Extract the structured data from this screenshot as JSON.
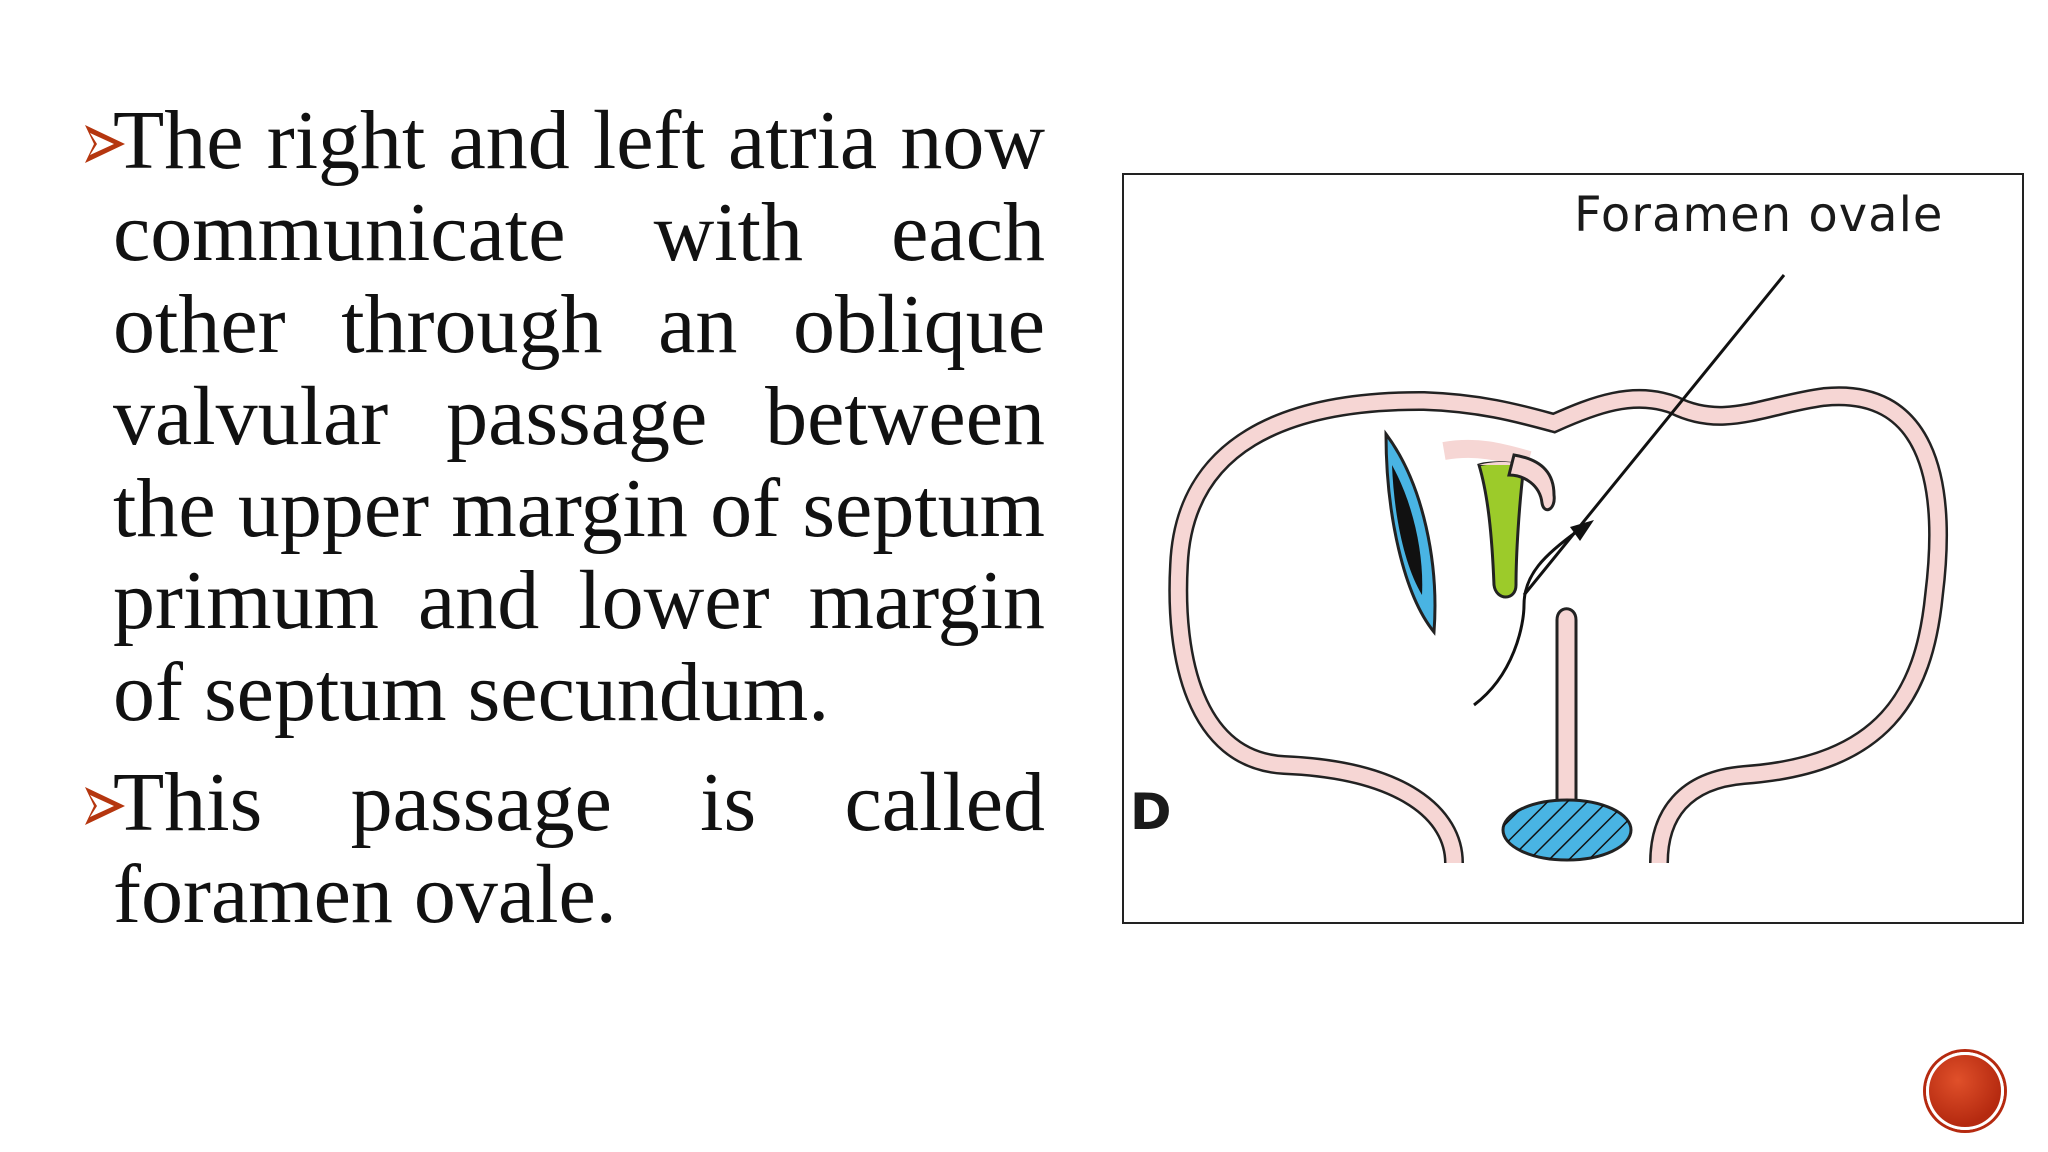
{
  "bullets": [
    {
      "text": "The right and left atria now communicate with each other through an oblique valvular passage between the upper margin of septum primum and lower margin of septum secundum."
    },
    {
      "text": "This passage is called foramen ovale."
    }
  ],
  "figure": {
    "label_foramen": "Foramen ovale",
    "panel_letter": "D"
  },
  "colors": {
    "bullet_arrow": "#b5360f",
    "wall_fill": "#f6d6d4",
    "septum_primum": "#9ccb2a",
    "endocardial_cushion": "#49b4e3",
    "nav_button": "#c0391b"
  },
  "icons": {
    "bullet": "arrowhead-icon",
    "nav": "circle-button-icon"
  }
}
